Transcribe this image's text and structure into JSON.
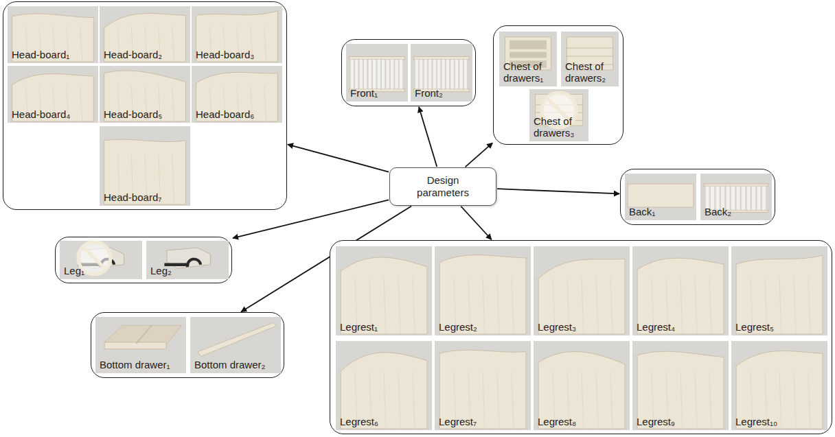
{
  "diagram": {
    "nodes": [
      {
        "text": []
      },
      {
        "text": [
          "Head-board₁"
        ],
        "in": 0
      },
      {
        "text": [
          "Head-board₂"
        ],
        "in": 0
      },
      {
        "text": [
          "Head-board₃"
        ],
        "in": 0
      },
      {
        "text": [
          "Head-board₄"
        ],
        "in": 0
      },
      {
        "text": [
          "Head-board₅"
        ],
        "in": 0
      },
      {
        "text": [
          "Head-board₆"
        ],
        "in": 0
      },
      {
        "text": [
          "Head-board₇"
        ],
        "in": 0
      },
      {
        "text": []
      },
      {
        "text": [
          "Front₁"
        ],
        "in": 8
      },
      {
        "text": [
          "Front₂"
        ],
        "in": 8
      },
      {
        "text": []
      },
      {
        "text": [
          "Chest of drawers₁"
        ],
        "in": 11
      },
      {
        "text": [
          "Chest of drawers₂"
        ],
        "in": 11
      },
      {
        "text": [
          "Chest of drawers₃"
        ],
        "in": 11
      },
      {
        "text": [
          "Design parameters"
        ]
      },
      {
        "text": []
      },
      {
        "text": [
          "Leg₁"
        ],
        "in": 16
      },
      {
        "text": [
          "Leg₂"
        ],
        "in": 16
      },
      {
        "text": []
      },
      {
        "text": [
          "Back₁"
        ],
        "in": 19
      },
      {
        "text": [
          "Back₂"
        ],
        "in": 19
      },
      {
        "text": []
      },
      {
        "text": [
          "Bottom drawer₁"
        ],
        "in": 22
      },
      {
        "text": [
          "Bottom drawer₂"
        ],
        "in": 22
      },
      {
        "text": []
      },
      {
        "text": [
          "Legrest₁"
        ],
        "in": 25
      },
      {
        "text": [
          "Legrest₂"
        ],
        "in": 25
      },
      {
        "text": [
          "Legrest₃"
        ],
        "in": 25
      },
      {
        "text": [
          "Legrest₄"
        ],
        "in": 25
      },
      {
        "text": [
          "Legrest₅"
        ],
        "in": 25
      },
      {
        "text": [
          "Legrest₆"
        ],
        "in": 25
      },
      {
        "text": [
          "Legrest₇"
        ],
        "in": 25
      },
      {
        "text": [
          "Legrest₈"
        ],
        "in": 25
      },
      {
        "text": [
          "Legrest₉"
        ],
        "in": 25
      },
      {
        "text": [
          "Legrest₁₀"
        ],
        "in": 25
      }
    ],
    "edges": [
      {
        "from": 15,
        "to": 0,
        "arrow": "to"
      },
      {
        "from": 15,
        "to": 8,
        "arrow": "to"
      },
      {
        "from": 15,
        "to": 11,
        "arrow": "to"
      },
      {
        "from": 15,
        "to": 16,
        "arrow": "to"
      },
      {
        "from": 15,
        "to": 19,
        "arrow": "to"
      },
      {
        "from": 15,
        "to": 22,
        "arrow": "to"
      },
      {
        "from": 15,
        "to": 25,
        "arrow": "to"
      }
    ]
  }
}
